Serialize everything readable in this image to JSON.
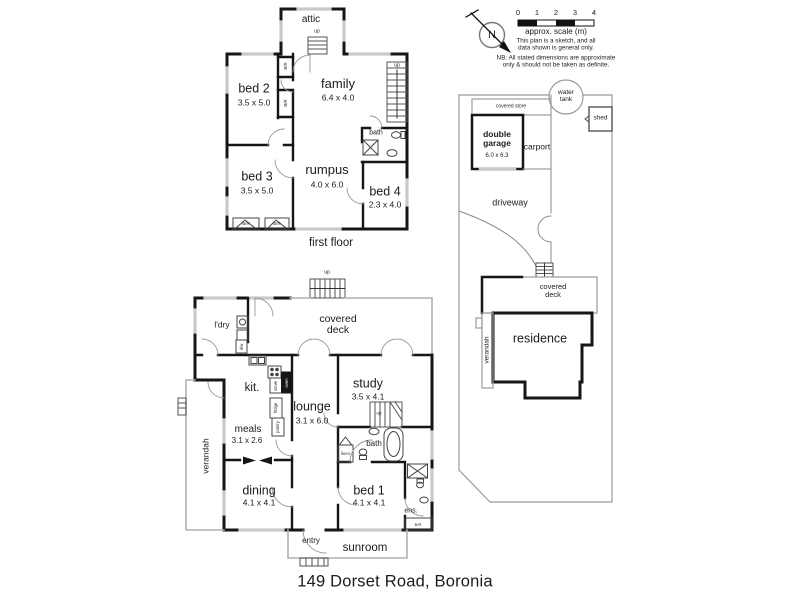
{
  "title": "149 Dorset Road, Boronia",
  "colors": {
    "wall": "#161616",
    "thin_line": "#9a9a9a",
    "window": "#c9c9c9",
    "background": "#ffffff"
  },
  "legend": {
    "compass": "N",
    "scale_ticks": [
      "0",
      "1",
      "2",
      "3",
      "4"
    ],
    "scale_label": "approx. scale (m)",
    "notes": [
      "This plan is a sketch, and all",
      "data shown is general only.",
      "NB: All stated dimensions are approximate",
      "only & should not be taken as definite."
    ]
  },
  "common": {
    "up": "up",
    "built_in_robe": "B/R"
  },
  "first_floor": {
    "caption": "first floor",
    "attic": "attic",
    "bed2": "bed 2",
    "bed2_dims": "3.5 x 5.0",
    "family": "family",
    "family_dims": "6.4 x 4.0",
    "bed3": "bed 3",
    "bed3_dims": "3.5 x 5.0",
    "rumpus": "rumpus",
    "rumpus_dims": "4.0 x 6.0",
    "bed4": "bed 4",
    "bed4_dims": "2.3 x 4.0",
    "bath": "bath"
  },
  "ground_floor": {
    "covered_deck": "covered deck",
    "laundry": "l'dry",
    "kitchen": "kit.",
    "lounge": "lounge",
    "lounge_dims": "3.1 x 6.0",
    "study": "study",
    "study_dims": "3.5 x 4.1",
    "meals": "meals",
    "meals_dims": "3.1 x 2.6",
    "verandah": "verandah",
    "dining": "dining",
    "dining_dims": "4.1 x 4.1",
    "bed1": "bed 1",
    "bed1_dims": "4.1 x 4.1",
    "bath": "bath",
    "linen": "linen",
    "ensuite": "ens.",
    "sunroom": "sunroom",
    "entry": "entry",
    "fixtures": {
      "dishwasher": "d/w",
      "stove": "stove",
      "oven": "oven",
      "fridge": "fridge",
      "pantry": "pantry"
    }
  },
  "site_plan": {
    "water_tank": "water tank",
    "shed": "shed",
    "covered_store": "covered store",
    "garage": "double garage",
    "garage_dims": "6.0 x 6.3",
    "carport": "carport",
    "driveway": "driveway",
    "covered_deck": "covered deck",
    "residence": "residence",
    "verandah": "verandah"
  }
}
